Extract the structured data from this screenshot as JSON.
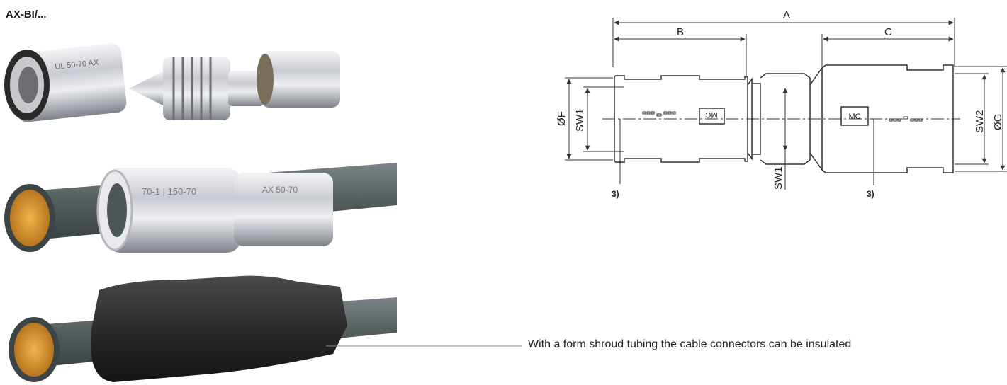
{
  "product_code": "AX-BI/...",
  "caption": "With a form shroud tubing the cable connectors can be insulated",
  "drawing": {
    "dim_A": "A",
    "dim_B": "B",
    "dim_C": "C",
    "dim_F": "ØF",
    "dim_G": "ØG",
    "dim_SW1_left": "SW1",
    "dim_SW1_mid": "SW1",
    "dim_SW2": "SW2",
    "note_left": "3)",
    "note_right": "3)",
    "logo_left": "MC",
    "logo_right": "MC"
  },
  "colors": {
    "metal_light": "#e6e6ea",
    "metal_dark": "#8d8f97",
    "cable": "#5b6467",
    "copper": "#d9962e",
    "shroud": "#2b2b2b",
    "line": "#333333"
  }
}
